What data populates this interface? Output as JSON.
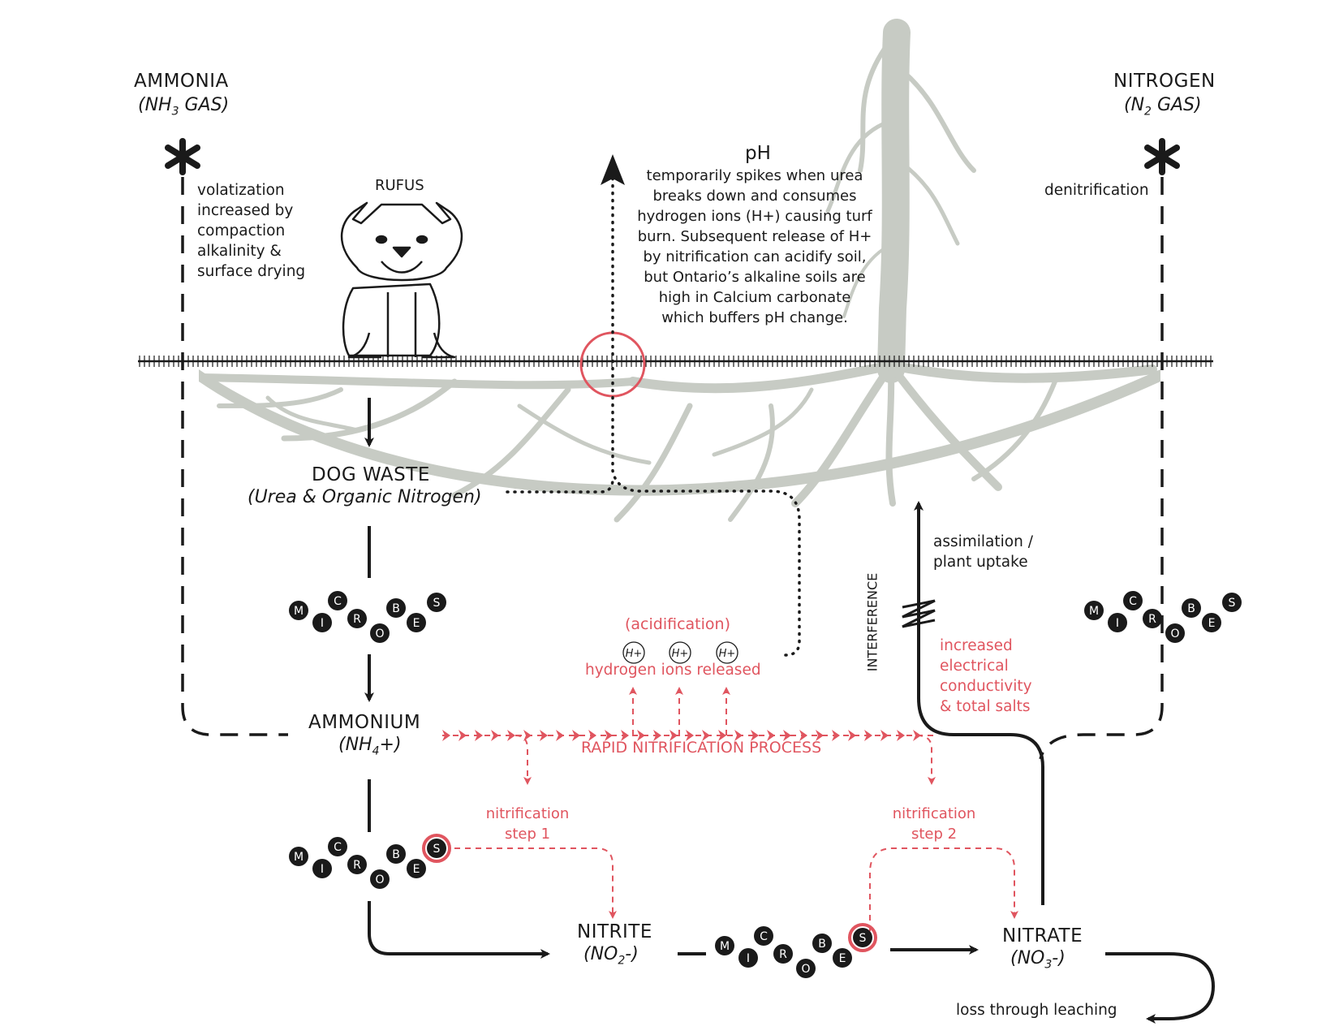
{
  "ammonia": {
    "title": "AMMONIA",
    "formula_pre": "(NH",
    "formula_sub": "3",
    "formula_post": " GAS)"
  },
  "nitrogen": {
    "title": "NITROGEN",
    "formula_pre": "(N",
    "formula_sub": "2",
    "formula_post": " GAS)"
  },
  "volatization": [
    "volatization",
    "increased by",
    "compaction",
    "alkalinity &",
    "surface drying"
  ],
  "dog_name": "RUFUS",
  "ph": {
    "title": "pH",
    "lines": [
      "temporarily spikes when urea",
      "breaks down and consumes",
      "hydrogen ions (H+) causing turf",
      "burn. Subsequent release of H+",
      "by nitrification can acidify soil,",
      "but Ontario’s alkaline soils are",
      "high in Calcium carbonate",
      "which buffers pH change."
    ]
  },
  "denitrification": "denitrification",
  "dog_waste": {
    "title": "DOG WASTE",
    "subtitle": "(Urea & Organic Nitrogen)"
  },
  "assimilation": [
    "assimilation /",
    "plant uptake"
  ],
  "interference": "INTERFERENCE",
  "acidification": "(acidification)",
  "h_ion": "H+",
  "hydrogen_released": "hydrogen ions released",
  "conductivity": [
    "increased",
    "electrical",
    "conductivity",
    "& total salts"
  ],
  "ammonium": {
    "title": "AMMONIUM",
    "formula_pre": "(NH",
    "formula_sub": "4",
    "formula_post": "+)"
  },
  "rapid_process": "RAPID  NITRIFICATION PROCESS",
  "step1": [
    "nitrification",
    "step 1"
  ],
  "step2": [
    "nitrification",
    "step 2"
  ],
  "nitrite": {
    "title": "NITRITE",
    "formula_pre": "(NO",
    "formula_sub": "2",
    "formula_post": "-)"
  },
  "nitrate": {
    "title": "NITRATE",
    "formula_pre": "(NO",
    "formula_sub": "3",
    "formula_post": "-)"
  },
  "leaching": "loss through leaching",
  "microbes_letters": [
    "M",
    "I",
    "C",
    "R",
    "O",
    "B",
    "E",
    "S"
  ],
  "colors": {
    "ink": "#1a1a1a",
    "accent": "#e0555f",
    "roots": "#c7cbc4"
  }
}
